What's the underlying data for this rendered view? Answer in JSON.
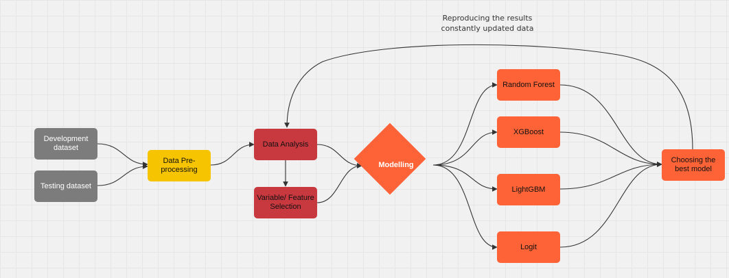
{
  "nodes": {
    "development_dataset": "Development dataset",
    "testing_dataset": "Testing dataset",
    "data_preprocessing": "Data Pre-processing",
    "data_analysis": "Data Analysis",
    "feature_selection": "Variable/ Feature Selection",
    "modelling": "Modelling",
    "random_forest": "Random Forest",
    "xgboost": "XGBoost",
    "lightgbm": "LightGBM",
    "logit": "Logit",
    "choosing_best_model": "Choosing the best model"
  },
  "annotation": {
    "line1": "Reproducing the results",
    "line2": "constantly updated data"
  },
  "colors": {
    "gray": "#7c7c7c",
    "yellow": "#f6c400",
    "red": "#c8383f",
    "orange": "#fd6336",
    "connector": "#333333"
  }
}
